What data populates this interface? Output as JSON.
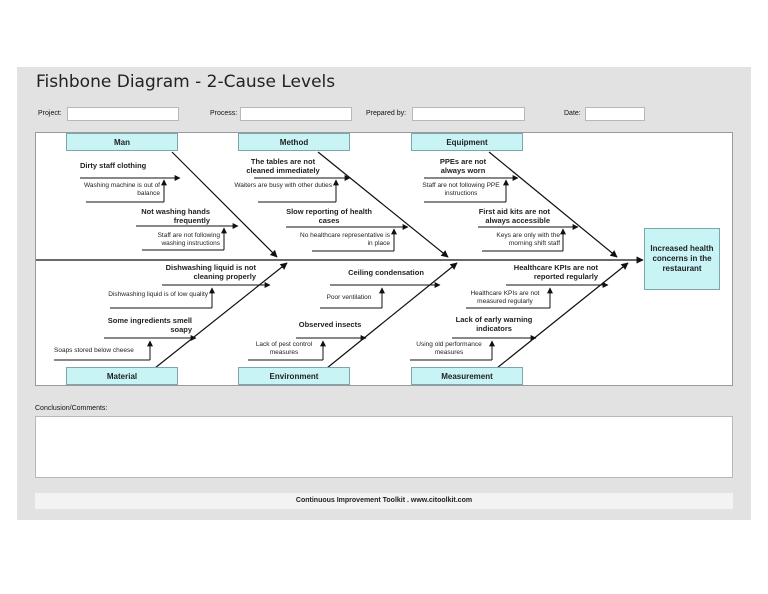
{
  "title": "Fishbone Diagram - 2-Cause Levels",
  "form": {
    "project_label": "Project:",
    "process_label": "Process:",
    "prepared_by_label": "Prepared by:",
    "date_label": "Date:"
  },
  "effect": "Increased health concerns in the restaurant",
  "categories": {
    "man": "Man",
    "method": "Method",
    "equipment": "Equipment",
    "material": "Material",
    "environment": "Environment",
    "measurement": "Measurement"
  },
  "causes": {
    "man_1": "Dirty staff clothing",
    "man_1a": "Washing machine is out of balance",
    "man_2": "Not washing hands frequently",
    "man_2a": "Staff are not following washing instructions",
    "method_1": "The tables are not cleaned immediately",
    "method_1a": "Waiters are busy with other duties",
    "method_2": "Slow reporting of health cases",
    "method_2a": "No healthcare representative is in place",
    "equipment_1": "PPEs are not always worn",
    "equipment_1a": "Staff are not following PPE instructions",
    "equipment_2": "First aid kits are not always accessible",
    "equipment_2a": "Keys are only with the morning shift staff",
    "material_1": "Dishwashing liquid is not cleaning properly",
    "material_1a": "Dishwashing liquid is of low quality",
    "material_2": "Some ingredients smell soapy",
    "material_2a": "Soaps stored below cheese",
    "environment_1": "Ceiling condensation",
    "environment_1a": "Poor ventilation",
    "environment_2": "Observed insects",
    "environment_2a": "Lack of pest control measures",
    "measurement_1": "Healthcare KPIs are not reported regularly",
    "measurement_1a": "Healthcare KPIs are not measured regularly",
    "measurement_2": "Lack of early warning indicators",
    "measurement_2a": "Using old performance measures"
  },
  "comments_label": "Conclusion/Comments:",
  "footer": "Continuous Improvement Toolkit . www.citoolkit.com"
}
